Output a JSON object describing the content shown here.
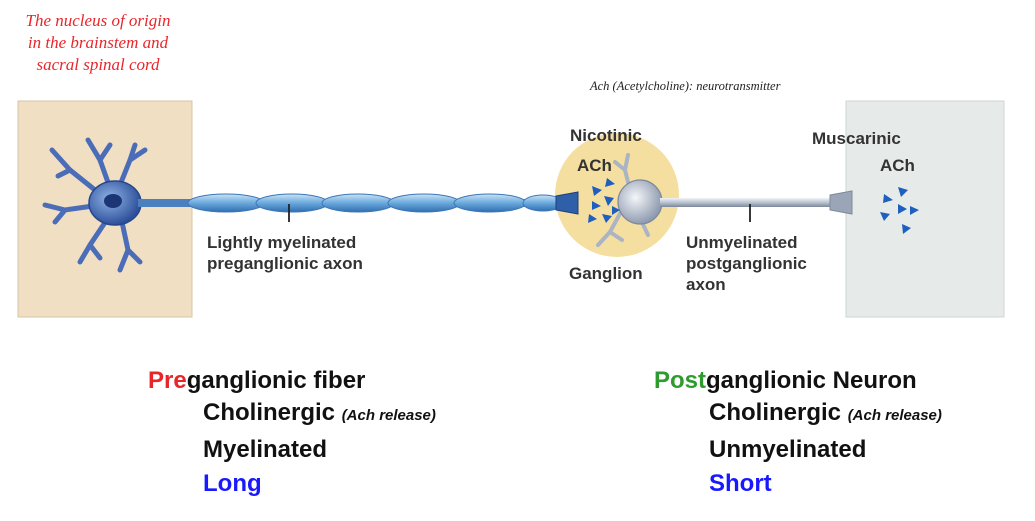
{
  "nucleus_note": [
    "The nucleus of origin",
    "in the brainstem and",
    "sacral spinal cord"
  ],
  "ach_note": "Ach (Acetylcholine): neurotransmitter",
  "labels": {
    "preganglionic_axon": [
      "Lightly myelinated",
      "preganglionic axon"
    ],
    "postganglionic_axon": [
      "Unmyelinated",
      "postganglionic",
      "axon"
    ],
    "ganglion": "Ganglion",
    "nicotinic": "Nicotinic",
    "nicotinic_ach": "ACh",
    "muscarinic": "Muscarinic",
    "muscarinic_ach": "ACh"
  },
  "pre_summary": {
    "title_prefix": "Pre",
    "title_rest": "ganglionic fiber",
    "item1": "Cholinergic",
    "item1_note": "(Ach release)",
    "item2": "Myelinated",
    "item3": "Long"
  },
  "post_summary": {
    "title_prefix": "Post",
    "title_rest": "ganglionic Neuron",
    "item1": "Cholinergic",
    "item1_note": "(Ach release)",
    "item2": "Unmyelinated",
    "item3": "Short"
  },
  "colors": {
    "prefix_pre": "#e8262a",
    "prefix_post": "#2e9b2e",
    "length_text": "#1919ff",
    "ganglion_fill": "#f5dfa0",
    "target_panel": "#e6ebe9",
    "origin_panel": "#f1dfc4"
  }
}
